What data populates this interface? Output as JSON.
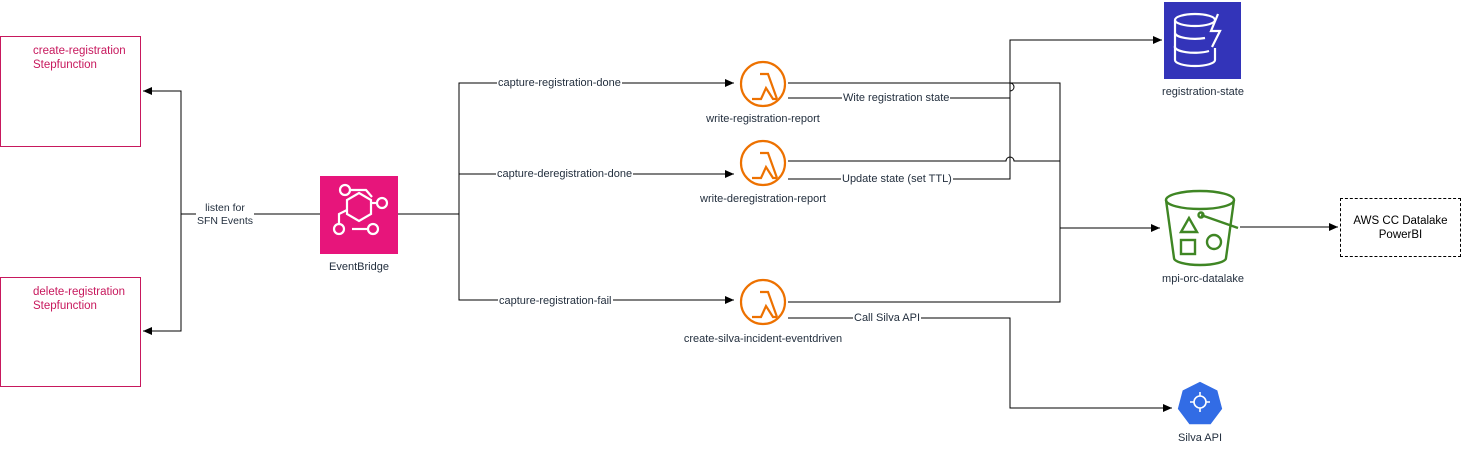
{
  "nodes": {
    "sfn_create": {
      "line1": "create-registration",
      "line2": "Stepfunction"
    },
    "sfn_delete": {
      "line1": "delete-registration",
      "line2": "Stepfunction"
    },
    "eventbridge": {
      "label": "EventBridge",
      "color": "#e7157b"
    },
    "lambda_write_reg": {
      "label": "write-registration-report"
    },
    "lambda_write_dereg": {
      "label": "write-deregistration-report"
    },
    "lambda_silva": {
      "label": "create-silva-incident-eventdriven"
    },
    "dynamodb": {
      "label": "registration-state",
      "color": "#3334b9"
    },
    "s3": {
      "label": "mpi-orc-datalake",
      "color": "#3f8624"
    },
    "datalake": {
      "line1": "AWS CC Datalake",
      "line2": "PowerBI"
    },
    "silva_api": {
      "label": "Silva API",
      "color": "#326ce5",
      "badge": "api"
    }
  },
  "edges": {
    "listen_sfn": {
      "line1": "listen for",
      "line2": "SFN Events"
    },
    "capture_reg_done": "capture-registration-done",
    "capture_dereg_done": "capture-deregistration-done",
    "capture_reg_fail": "capture-registration-fail",
    "write_state": "Wite registration state",
    "update_state": "Update state (set TTL)",
    "call_silva": "Call Silva API"
  },
  "colors": {
    "stepfunction": "#c7185d",
    "lambda": "#ed7100",
    "edge": "#000000"
  }
}
